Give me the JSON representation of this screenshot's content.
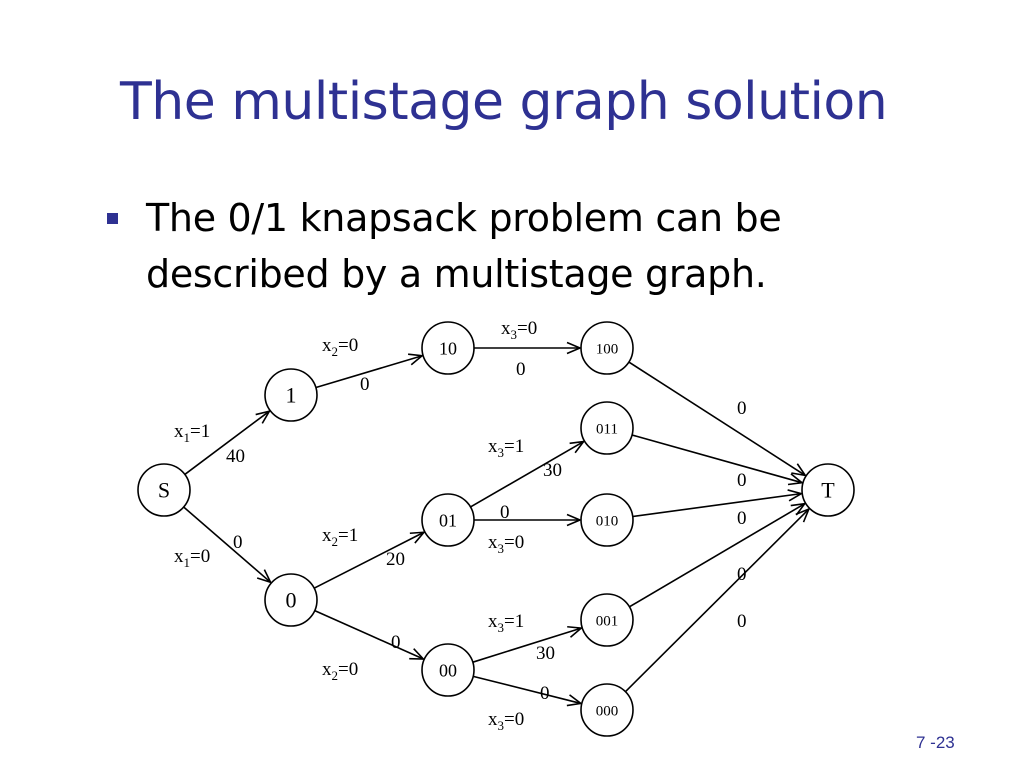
{
  "slide": {
    "title": "The multistage graph solution",
    "bullet": "The 0/1 knapsack problem can be described by a multistage graph.",
    "page_number": "7 -23",
    "accent_color": "#2e3192",
    "bullet_icon": "square-bullet-icon"
  },
  "graph": {
    "nodes": [
      {
        "id": "S",
        "label": "S"
      },
      {
        "id": "1",
        "label": "1"
      },
      {
        "id": "0",
        "label": "0"
      },
      {
        "id": "10",
        "label": "10"
      },
      {
        "id": "01",
        "label": "01"
      },
      {
        "id": "00",
        "label": "00"
      },
      {
        "id": "100",
        "label": "100"
      },
      {
        "id": "011",
        "label": "011"
      },
      {
        "id": "010",
        "label": "010"
      },
      {
        "id": "001",
        "label": "001"
      },
      {
        "id": "000",
        "label": "000"
      },
      {
        "id": "T",
        "label": "T"
      }
    ],
    "edges": [
      {
        "from": "S",
        "to": "1",
        "decision": {
          "var": "x",
          "sub": "1",
          "val": "=1"
        },
        "weight": "40"
      },
      {
        "from": "S",
        "to": "0",
        "decision": {
          "var": "x",
          "sub": "1",
          "val": "=0"
        },
        "weight": "0"
      },
      {
        "from": "1",
        "to": "10",
        "decision": {
          "var": "x",
          "sub": "2",
          "val": "=0"
        },
        "weight": "0"
      },
      {
        "from": "0",
        "to": "01",
        "decision": {
          "var": "x",
          "sub": "2",
          "val": "=1"
        },
        "weight": "20"
      },
      {
        "from": "0",
        "to": "00",
        "decision": {
          "var": "x",
          "sub": "2",
          "val": "=0"
        },
        "weight": "0"
      },
      {
        "from": "10",
        "to": "100",
        "decision": {
          "var": "x",
          "sub": "3",
          "val": "=0"
        },
        "weight": "0"
      },
      {
        "from": "01",
        "to": "011",
        "decision": {
          "var": "x",
          "sub": "3",
          "val": "=1"
        },
        "weight": "30"
      },
      {
        "from": "01",
        "to": "010",
        "decision": {
          "var": "x",
          "sub": "3",
          "val": "=0"
        },
        "weight": "0"
      },
      {
        "from": "00",
        "to": "001",
        "decision": {
          "var": "x",
          "sub": "3",
          "val": "=1"
        },
        "weight": "30"
      },
      {
        "from": "00",
        "to": "000",
        "decision": {
          "var": "x",
          "sub": "3",
          "val": "=0"
        },
        "weight": "0"
      },
      {
        "from": "100",
        "to": "T",
        "decision": null,
        "weight": "0"
      },
      {
        "from": "011",
        "to": "T",
        "decision": null,
        "weight": "0"
      },
      {
        "from": "010",
        "to": "T",
        "decision": null,
        "weight": "0"
      },
      {
        "from": "001",
        "to": "T",
        "decision": null,
        "weight": "0"
      },
      {
        "from": "000",
        "to": "T",
        "decision": null,
        "weight": "0"
      }
    ]
  }
}
